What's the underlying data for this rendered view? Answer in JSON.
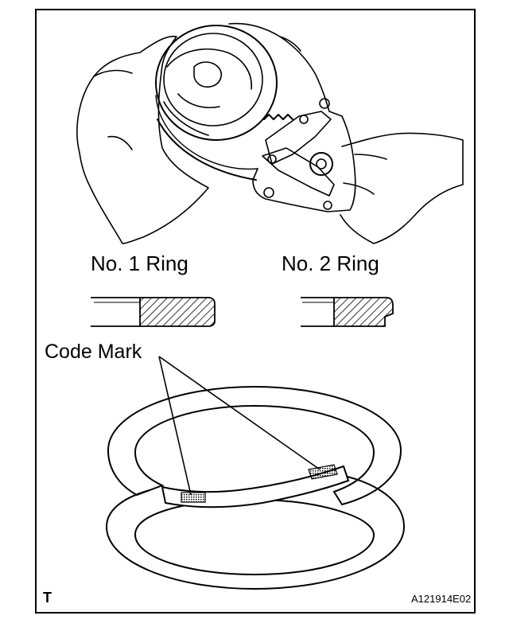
{
  "labels": {
    "ring1": "No. 1 Ring",
    "ring2": "No. 2 Ring",
    "code_mark": "Code Mark",
    "corner": "T",
    "figure_id": "A121914E02"
  },
  "colors": {
    "ink": "#000000",
    "paper": "#ffffff"
  }
}
